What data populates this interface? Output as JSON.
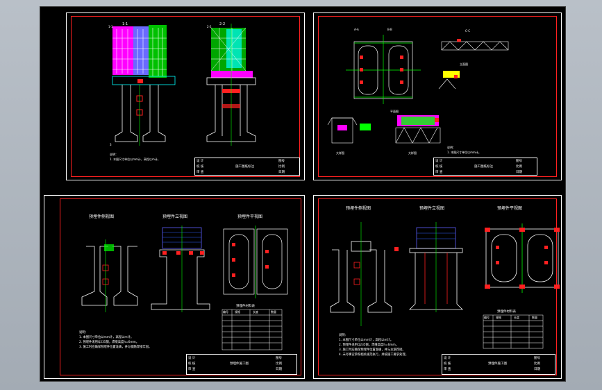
{
  "app": {
    "title": "",
    "background_color": "#000000",
    "frame_color": "#acb4bd"
  },
  "colors": {
    "sheet_border": "#ffffff",
    "inner_border": "#ff2020",
    "green": "#00ff00",
    "magenta": "#ff00ff",
    "cyan": "#00ffff",
    "yellow": "#ffff00",
    "blue": "#3060ff",
    "red": "#ff2020",
    "white": "#ffffff"
  },
  "sheets": {
    "sheet1": {
      "labels": [
        "1-1",
        "2-2",
        "3"
      ],
      "titleblock": {
        "center": "施工图纸标注",
        "rows": [
          "设 计",
          "校 核",
          "审 查"
        ],
        "right": [
          "图号",
          "比例",
          "日期"
        ]
      }
    },
    "sheet2": {
      "labels": [
        "A-A",
        "B-B",
        "C-C",
        "立面图",
        "平面图",
        "大样图",
        "大样图"
      ],
      "titleblock": {
        "center": "施工图纸标注",
        "rows": [
          "设 计",
          "校 核",
          "审 查"
        ],
        "right": [
          "图号",
          "比例",
          "日期"
        ]
      }
    },
    "sheet3": {
      "view_titles": [
        "预埋件侧视图",
        "预埋件立视图",
        "预埋件平视图"
      ],
      "table_title": "预埋件材料表",
      "table_header": [
        "编号",
        "规格",
        "长度",
        "数量"
      ],
      "notes": [
        "说明：",
        "1. 本图尺寸单位以mm计，高程以m计。",
        "2. 预埋件采用Q235钢，焊缝高度h=6mm。",
        "3. 施工时应确保预埋件位置准确，并与钢筋焊接牢固。"
      ],
      "titleblock": {
        "center": "预埋件施工图",
        "rows": [
          "设 计",
          "校 核",
          "审 查"
        ],
        "right": [
          "图号",
          "比例",
          "日期"
        ]
      }
    },
    "sheet4": {
      "view_titles": [
        "预埋件侧视图",
        "预埋件立视图",
        "预埋件平视图"
      ],
      "table_title": "预埋件材料表",
      "table_header": [
        "编号",
        "规格",
        "长度",
        "数量"
      ],
      "notes": [
        "说明：",
        "1. 本图尺寸单位以mm计，高程以m计。",
        "2. 预埋件采用Q235钢，焊缝高度h=6mm。",
        "3. 施工时应确保预埋件位置准确，并与主筋焊接。",
        "4. 未尽事宜参照相关规范执行，并按施工要求处理。"
      ],
      "titleblock": {
        "center": "预埋件施工图",
        "rows": [
          "设 计",
          "校 核",
          "审 查"
        ],
        "right": [
          "图号",
          "比例",
          "日期"
        ]
      }
    }
  }
}
